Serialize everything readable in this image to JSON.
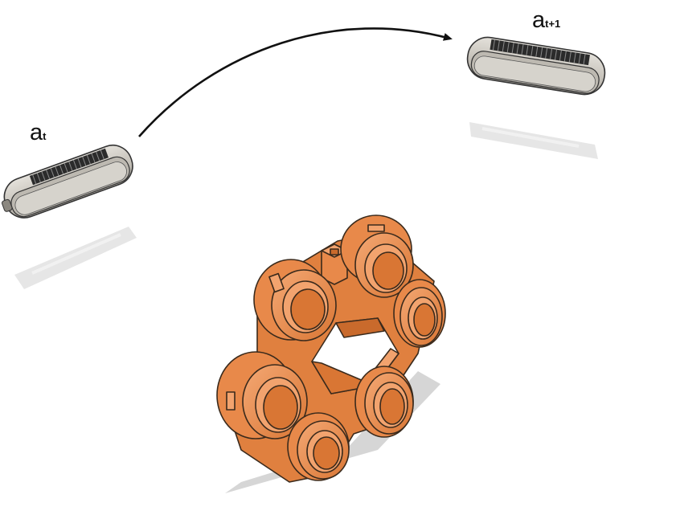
{
  "labels": {
    "camera_current": {
      "main": "a",
      "sub": "t"
    },
    "camera_next": {
      "main": "a",
      "sub": "t+1"
    }
  },
  "colors": {
    "object_fill": "#e8894a",
    "object_dark": "#c96a2c",
    "object_light": "#f2a36e",
    "camera_body": "#c9c5bd",
    "camera_dark": "#4a4a48",
    "shadow": "#d6d6d6",
    "arrow": "#111111"
  },
  "icons": {
    "camera_current": "depth-camera-icon",
    "camera_next": "depth-camera-icon",
    "object": "orange-multi-ring-part",
    "arrow": "curved-arrow"
  }
}
